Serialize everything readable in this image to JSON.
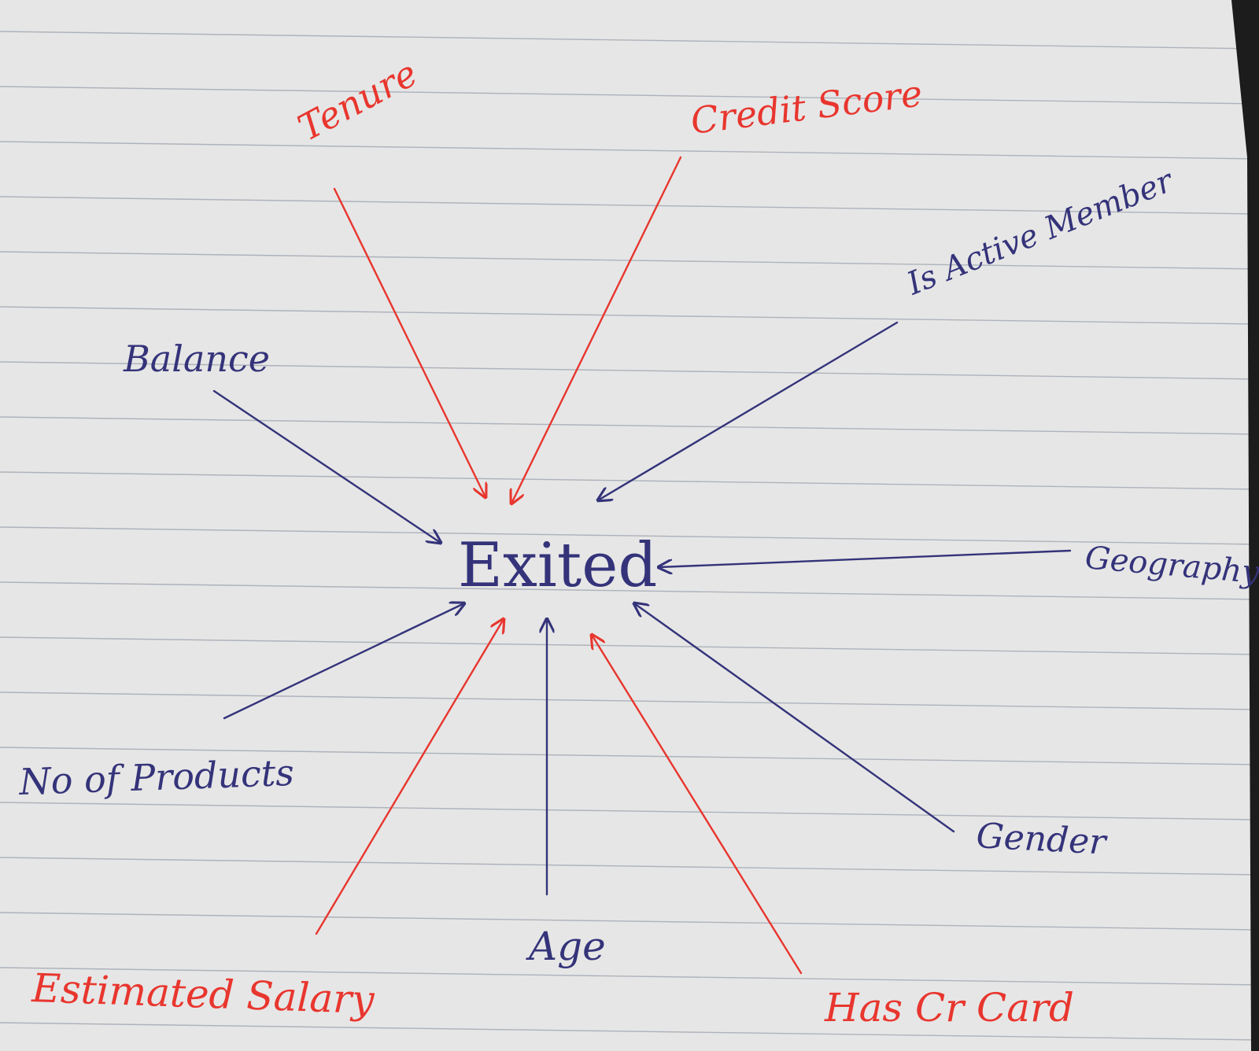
{
  "diagram": {
    "center": {
      "label": "Exited"
    },
    "colors": {
      "red": "#e8362e",
      "blue": "#34337a",
      "paper": "#e6e6e6",
      "rule": "#9aa3ad"
    },
    "nodes": [
      {
        "id": "tenure",
        "label": "Tenure",
        "color": "red"
      },
      {
        "id": "credit-score",
        "label": "Credit Score",
        "color": "red"
      },
      {
        "id": "is-active-member",
        "label": "Is Active Member",
        "color": "blue"
      },
      {
        "id": "balance",
        "label": "Balance",
        "color": "blue"
      },
      {
        "id": "geography",
        "label": "Geography",
        "color": "blue"
      },
      {
        "id": "no-of-products",
        "label": "No of Products",
        "color": "blue"
      },
      {
        "id": "gender",
        "label": "Gender",
        "color": "blue"
      },
      {
        "id": "estimated-salary",
        "label": "Estimated Salary",
        "color": "red"
      },
      {
        "id": "age",
        "label": "Age",
        "color": "blue"
      },
      {
        "id": "has-cr-card",
        "label": "Has Cr Card",
        "color": "red"
      }
    ],
    "edges": [
      {
        "from": "tenure",
        "to": "Exited"
      },
      {
        "from": "credit-score",
        "to": "Exited"
      },
      {
        "from": "is-active-member",
        "to": "Exited"
      },
      {
        "from": "balance",
        "to": "Exited"
      },
      {
        "from": "geography",
        "to": "Exited"
      },
      {
        "from": "no-of-products",
        "to": "Exited"
      },
      {
        "from": "gender",
        "to": "Exited"
      },
      {
        "from": "estimated-salary",
        "to": "Exited"
      },
      {
        "from": "age",
        "to": "Exited"
      },
      {
        "from": "has-cr-card",
        "to": "Exited"
      }
    ]
  }
}
